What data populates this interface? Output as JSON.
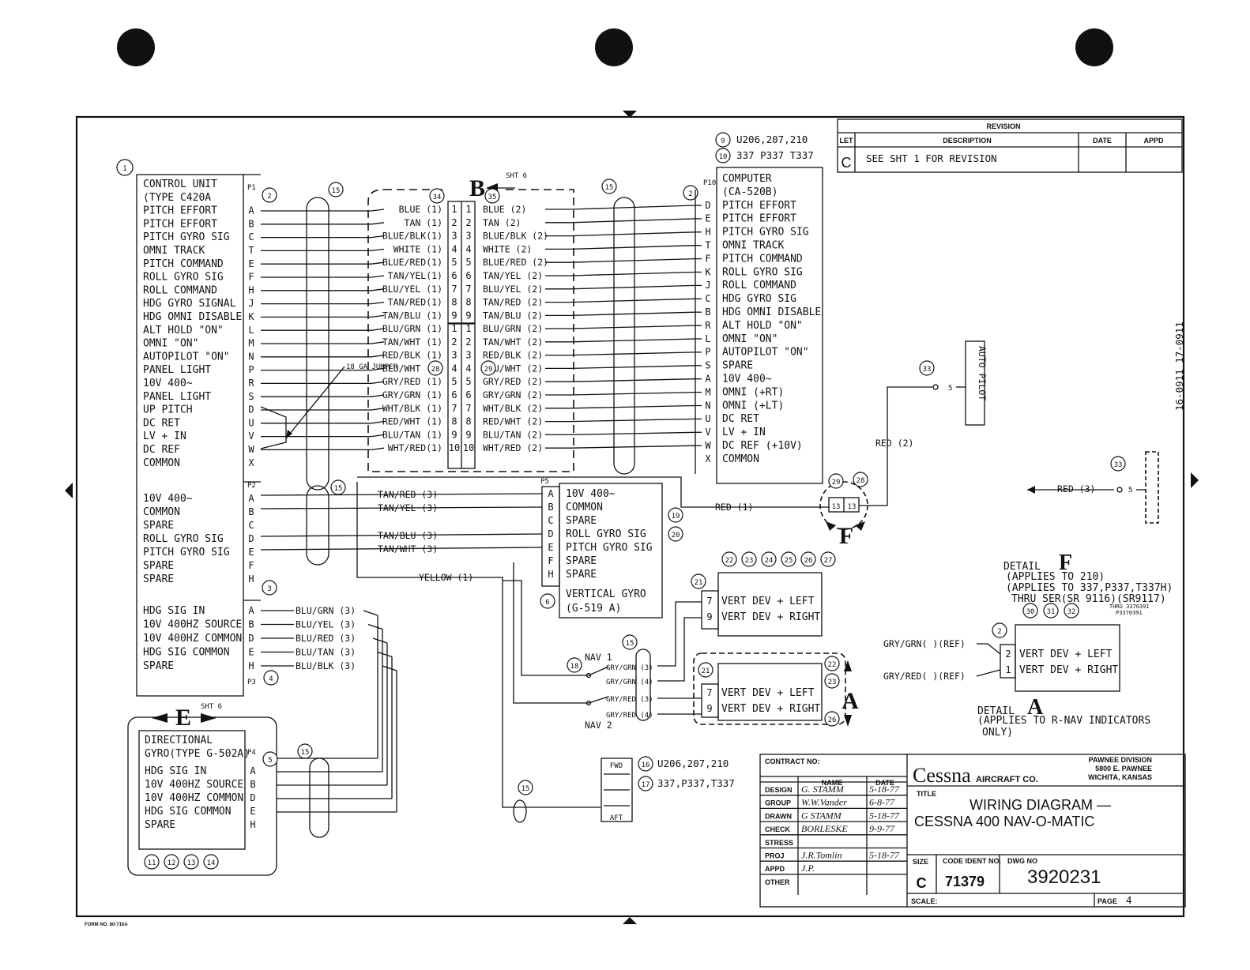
{
  "revision": {
    "title": "REVISION",
    "headers": [
      "LET",
      "DESCRIPTION",
      "DATE",
      "APPD"
    ],
    "row": {
      "let": "C",
      "description": "SEE SHT 1 FOR REVISION",
      "date": "",
      "appd": ""
    }
  },
  "margin_code": "16-0911  17-0911",
  "form_no": "FORM NO. 80-716A",
  "notes": {
    "n9": "U206,207,210",
    "n10": "337 P337 T337",
    "n16": "U206,207,210",
    "n17": "337,P337,T337"
  },
  "control_unit": {
    "ref": "1",
    "p1": {
      "label": "P1",
      "items": [
        {
          "name": "CONTROL UNIT",
          "pin": ""
        },
        {
          "name": "(TYPE C420A",
          "pin": ""
        },
        {
          "name": "PITCH EFFORT",
          "pin": "A"
        },
        {
          "name": "PITCH EFFORT",
          "pin": "B"
        },
        {
          "name": "PITCH GYRO SIG",
          "pin": "C"
        },
        {
          "name": "OMNI TRACK",
          "pin": "T"
        },
        {
          "name": "PITCH COMMAND",
          "pin": "E"
        },
        {
          "name": "ROLL GYRO SIG",
          "pin": "F"
        },
        {
          "name": "ROLL COMMAND",
          "pin": "H"
        },
        {
          "name": "HDG GYRO SIGNAL",
          "pin": "J"
        },
        {
          "name": "HDG OMNI DISABLE",
          "pin": "K"
        },
        {
          "name": "ALT HOLD \"ON\"",
          "pin": "L"
        },
        {
          "name": "OMNI \"ON\"",
          "pin": "M"
        },
        {
          "name": "AUTOPILOT \"ON\"",
          "pin": "N"
        },
        {
          "name": "PANEL LIGHT",
          "pin": "P"
        },
        {
          "name": "10V 400~",
          "pin": "R"
        },
        {
          "name": "PANEL LIGHT",
          "pin": "S"
        },
        {
          "name": "UP PITCH",
          "pin": "D"
        },
        {
          "name": "DC RET",
          "pin": "U"
        },
        {
          "name": "LV + IN",
          "pin": "V"
        },
        {
          "name": "DC REF",
          "pin": "W"
        },
        {
          "name": "COMMON",
          "pin": "X"
        }
      ]
    },
    "p2": {
      "label": "P2",
      "items": [
        {
          "name": "10V 400~",
          "pin": "A"
        },
        {
          "name": "COMMON",
          "pin": "B"
        },
        {
          "name": "SPARE",
          "pin": "C"
        },
        {
          "name": "ROLL GYRO SIG",
          "pin": "D"
        },
        {
          "name": "PITCH GYRO SIG",
          "pin": "E"
        },
        {
          "name": "SPARE",
          "pin": "F"
        },
        {
          "name": "SPARE",
          "pin": "H"
        }
      ]
    },
    "p3": {
      "label": "P3",
      "items": [
        {
          "name": "HDG SIG IN",
          "pin": "A"
        },
        {
          "name": "10V 400HZ SOURCE",
          "pin": "B"
        },
        {
          "name": "10V 400HZ COMMON",
          "pin": "D"
        },
        {
          "name": "HDG SIG COMMON",
          "pin": "E"
        },
        {
          "name": "SPARE",
          "pin": "H"
        }
      ]
    }
  },
  "connector_b": {
    "letter": "B",
    "sht": "SHT 6",
    "refs": [
      "34",
      "35"
    ],
    "upper": [
      {
        "left": "BLUE (1)",
        "n": "1",
        "right": "BLUE (2)"
      },
      {
        "left": "TAN (1)",
        "n": "2",
        "right": "TAN (2)"
      },
      {
        "left": "BLUE/BLK(1)",
        "n": "3",
        "right": "BLUE/BLK (2)"
      },
      {
        "left": "WHITE (1)",
        "n": "4",
        "right": "WHITE (2)"
      },
      {
        "left": "BLUE/RED(1)",
        "n": "5",
        "right": "BLUE/RED (2)"
      },
      {
        "left": "TAN/YEL(1)",
        "n": "6",
        "right": "TAN/YEL (2)"
      },
      {
        "left": "BLU/YEL (1)",
        "n": "7",
        "right": "BLU/YEL (2)"
      },
      {
        "left": "TAN/RED(1)",
        "n": "8",
        "right": "TAN/RED (2)"
      },
      {
        "left": "TAN/BLU (1)",
        "n": "9",
        "right": "TAN/BLU (2)"
      }
    ],
    "lower": [
      {
        "left": "BLU/GRN (1)",
        "n": "1",
        "right": "BLU/GRN (2)"
      },
      {
        "left": "TAN/WHT (1)",
        "n": "2",
        "right": "TAN/WHT (2)"
      },
      {
        "left": "RED/BLK (1)",
        "n": "3",
        "right": "RED/BLK (2)"
      },
      {
        "left": "BLU/WHT (1)",
        "n": "4",
        "right": "BLU/WHT (2)"
      },
      {
        "left": "GRY/RED (1)",
        "n": "5",
        "right": "GRY/RED (2)"
      },
      {
        "left": "GRY/GRN (1)",
        "n": "6",
        "right": "GRY/GRN (2)"
      },
      {
        "left": "WHT/BLK (1)",
        "n": "7",
        "right": "WHT/BLK (2)"
      },
      {
        "left": "RED/WHT (1)",
        "n": "8",
        "right": "RED/WHT (2)"
      },
      {
        "left": "BLU/TAN (1)",
        "n": "9",
        "right": "BLU/TAN (2)"
      },
      {
        "left": "WHT/RED(1)",
        "n": "10",
        "right": "WHT/RED (2)"
      }
    ],
    "jumper": "18 GA JUMPER"
  },
  "computer": {
    "ref": "2",
    "label": "P10",
    "items": [
      {
        "name": "COMPUTER",
        "pin": ""
      },
      {
        "name": "(CA-520B)",
        "pin": ""
      },
      {
        "name": "PITCH EFFORT",
        "pin": "D"
      },
      {
        "name": "PITCH EFFORT",
        "pin": "E"
      },
      {
        "name": "PITCH GYRO SIG",
        "pin": "H"
      },
      {
        "name": "OMNI TRACK",
        "pin": "T"
      },
      {
        "name": "PITCH COMMAND",
        "pin": "F"
      },
      {
        "name": "ROLL GYRO SIG",
        "pin": "K"
      },
      {
        "name": "ROLL COMMAND",
        "pin": "J"
      },
      {
        "name": "HDG GYRO SIG",
        "pin": "C"
      },
      {
        "name": "HDG OMNI DISABLE",
        "pin": "B"
      },
      {
        "name": "ALT HOLD \"ON\"",
        "pin": "R"
      },
      {
        "name": "OMNI \"ON\"",
        "pin": "L"
      },
      {
        "name": "AUTOPILOT \"ON\"",
        "pin": "P"
      },
      {
        "name": "SPARE",
        "pin": "S"
      },
      {
        "name": "10V 400~",
        "pin": "A"
      },
      {
        "name": "OMNI (+RT)",
        "pin": "M"
      },
      {
        "name": "OMNI (+LT)",
        "pin": "N"
      },
      {
        "name": "DC RET",
        "pin": "U"
      },
      {
        "name": "LV + IN",
        "pin": "V"
      },
      {
        "name": "DC REF (+10V)",
        "pin": "W"
      },
      {
        "name": "COMMON",
        "pin": "X"
      }
    ]
  },
  "p2_wires": [
    "TAN/RED (3)",
    "TAN/YEL (3)",
    "TAN/BLU (3)",
    "TAN/WHT (3)"
  ],
  "p3_wires": [
    "BLU/GRN (3)",
    "BLU/YEL (3)",
    "BLU/RED (3)",
    "BLU/TAN (3)",
    "BLU/BLK (3)"
  ],
  "vertical_gyro": {
    "label": "P5",
    "items": [
      {
        "name": "10V 400~",
        "pin": "A"
      },
      {
        "name": "COMMON",
        "pin": "B"
      },
      {
        "name": "SPARE",
        "pin": "C"
      },
      {
        "name": "ROLL GYRO SIG",
        "pin": "D"
      },
      {
        "name": "PITCH GYRO SIG",
        "pin": "E"
      },
      {
        "name": "SPARE",
        "pin": "F"
      },
      {
        "name": "SPARE",
        "pin": "H"
      }
    ],
    "title": "VERTICAL GYRO",
    "type": "(G-519 A)",
    "ref": "6"
  },
  "directional_gyro": {
    "letter": "E",
    "sht": "SHT 6",
    "label": "P4",
    "ref": "5",
    "title1": "DIRECTIONAL",
    "title2": "GYRO(TYPE G-502A)",
    "items": [
      {
        "name": "HDG SIG IN",
        "pin": "A"
      },
      {
        "name": "10V 400HZ SOURCE",
        "pin": "B"
      },
      {
        "name": "10V 400HZ COMMON",
        "pin": "D"
      },
      {
        "name": "HDG SIG COMMON",
        "pin": "E"
      },
      {
        "name": "SPARE",
        "pin": "H"
      }
    ],
    "refs": [
      "11",
      "12",
      "13",
      "14"
    ]
  },
  "misc": {
    "yellow": "YELLOW (1)",
    "red1": "RED (1)",
    "red2": "RED (2)",
    "red3": "RED (3)",
    "connector_f": "F",
    "f_pins": [
      "13",
      "13"
    ],
    "f_refs": [
      "29",
      "28"
    ],
    "autopilot": "AUTO PILOT",
    "autopilot_pin": "5",
    "ref33": "33",
    "refs15": "15",
    "ref18": "18",
    "ref19": "19",
    "ref20": "20",
    "ref21": "21",
    "ref3": "3",
    "ref4": "4"
  },
  "vert_dev_upper": {
    "refs": [
      "22",
      "23",
      "24",
      "25",
      "26",
      "27"
    ],
    "rows": [
      {
        "pin": "7",
        "text": "VERT DEV + LEFT"
      },
      {
        "pin": "9",
        "text": "VERT DEV + RIGHT"
      }
    ]
  },
  "vert_dev_lower": {
    "refs": [
      "22",
      "23",
      "26"
    ],
    "letter": "A",
    "rows": [
      {
        "pin": "7",
        "text": "VERT DEV + LEFT"
      },
      {
        "pin": "9",
        "text": "VERT DEV + RIGHT"
      }
    ]
  },
  "nav": {
    "nav1": "NAV 1",
    "nav2": "NAV 2",
    "wires": [
      "GRY/GRN (3)",
      "GRY/GRN (4)",
      "GRY/RED (3)",
      "GRY/RED (4)"
    ]
  },
  "detail_f": {
    "title": "DETAIL",
    "letter": "F",
    "lines": [
      "(APPLIES TO 210)",
      "(APPLIES TO 337,P337,T337H)",
      "THRU SER(SR 9116)(SR9117)"
    ],
    "thru": "THRU 3370391",
    "thru2": "P3370391",
    "refs": [
      "30",
      "31",
      "32"
    ]
  },
  "detail_a": {
    "wires": [
      "GRY/GRN( )(REF)",
      "GRY/RED( )(REF)"
    ],
    "ref": "2",
    "rows": [
      {
        "pin": "2",
        "text": "VERT DEV + LEFT"
      },
      {
        "pin": "1",
        "text": "VERT DEV + RIGHT"
      }
    ],
    "title": "DETAIL",
    "letter": "A",
    "line1": "(APPLIES TO R-NAV INDICATORS",
    "line2": "ONLY)"
  },
  "fwd_aft": {
    "fwd": "FWD",
    "aft": "AFT"
  },
  "title_block": {
    "contract": "CONTRACT NO:",
    "name_h": "NAME",
    "date_h": "DATE",
    "rows": [
      {
        "role": "DESIGN",
        "name": "G. STAMM",
        "date": "5-18-77"
      },
      {
        "role": "GROUP",
        "name": "W.W.Vander",
        "date": "6-8-77"
      },
      {
        "role": "DRAWN",
        "name": "G STAMM",
        "date": "5-18-77"
      },
      {
        "role": "CHECK",
        "name": "BORLESKE",
        "date": "9-9-77"
      },
      {
        "role": "STRESS",
        "name": "",
        "date": ""
      },
      {
        "role": "PROJ",
        "name": "J.R.Tomlin",
        "date": "5-18-77"
      },
      {
        "role": "APPD",
        "name": "J.P.",
        "date": ""
      },
      {
        "role": "OTHER",
        "name": "",
        "date": ""
      }
    ],
    "logo": "Cessna",
    "logo_sub": "AIRCRAFT CO.",
    "division": [
      "PAWNEE DIVISION",
      "5800 E. PAWNEE",
      "WICHITA, KANSAS"
    ],
    "title_label": "TITLE",
    "title1": "WIRING DIAGRAM —",
    "title2": "CESSNA 400 NAV-O-MATIC",
    "size_label": "SIZE",
    "size": "C",
    "code_label": "CODE IDENT NO.",
    "code": "71379",
    "dwg_label": "DWG NO",
    "dwg": "3920231",
    "scale": "SCALE:",
    "page_label": "PAGE",
    "page": "4"
  }
}
